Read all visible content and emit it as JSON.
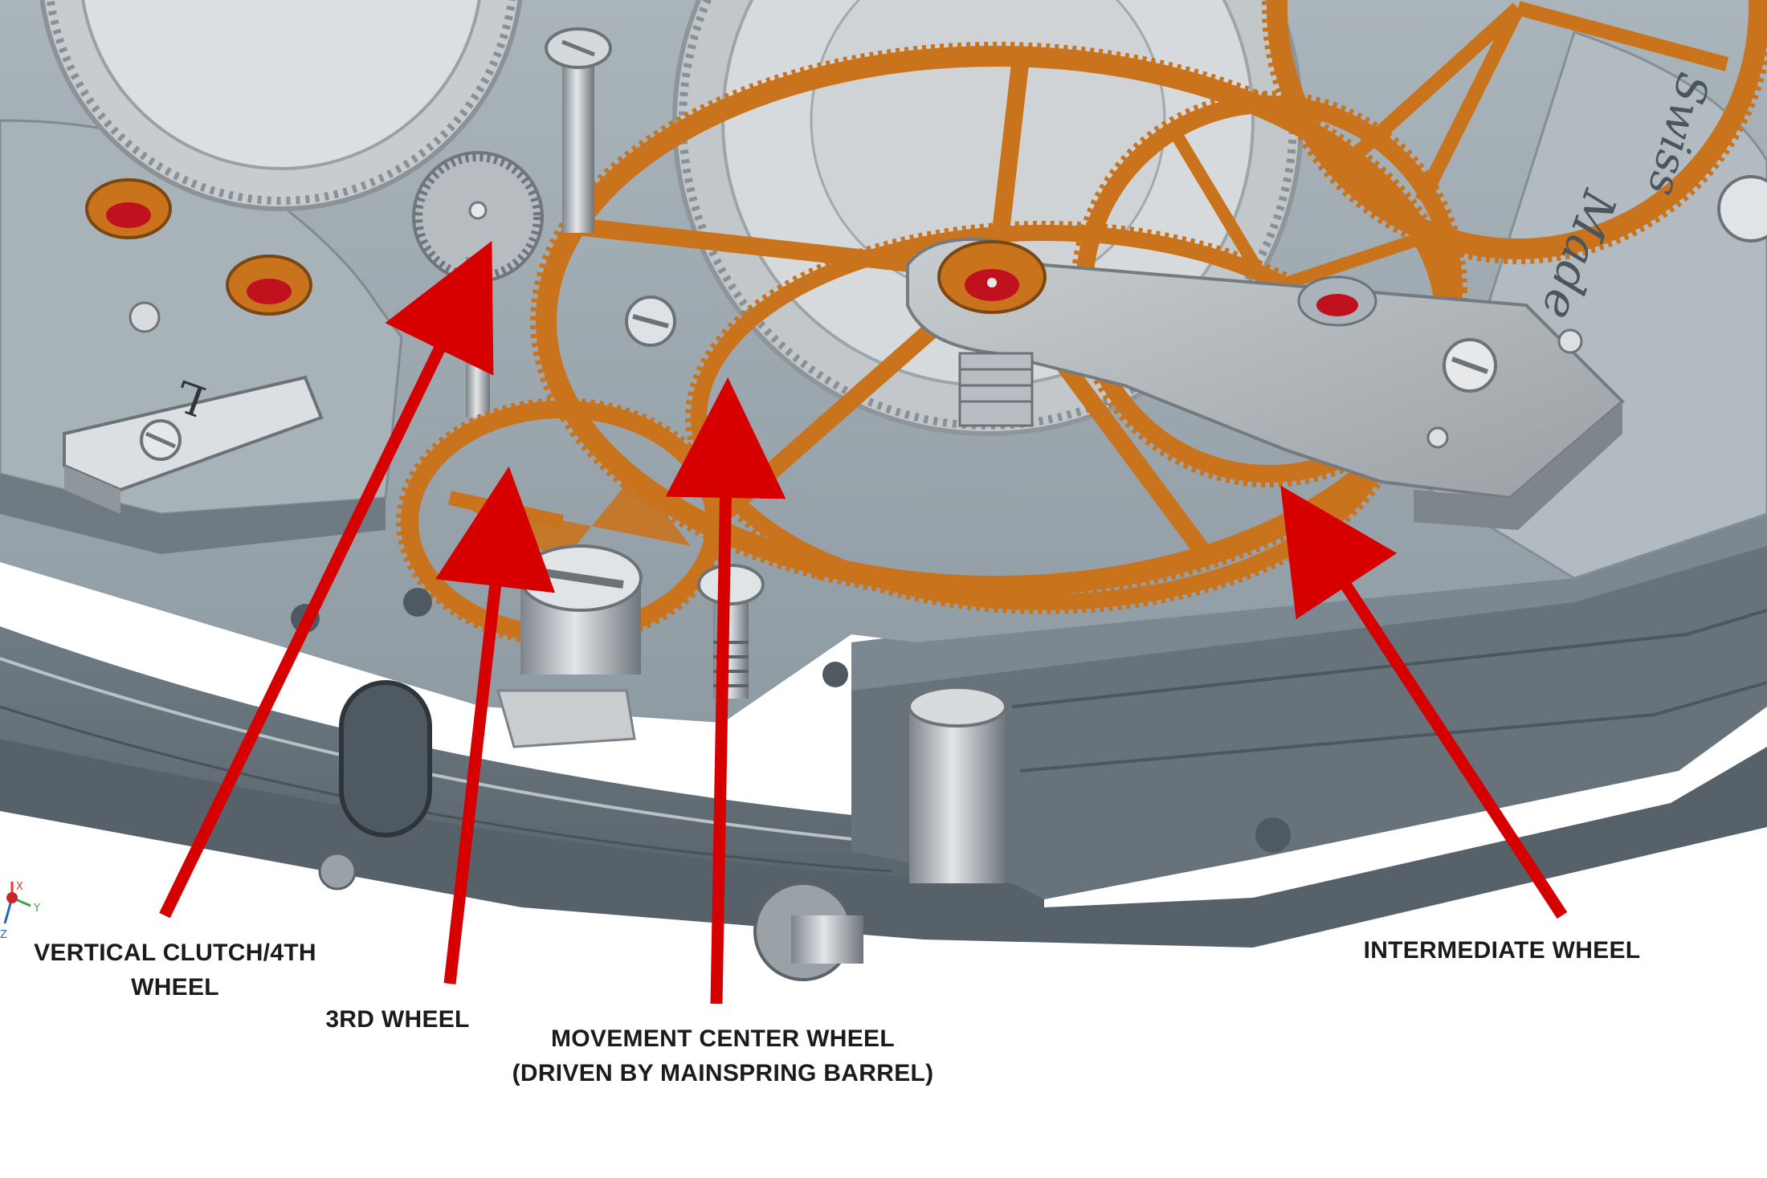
{
  "engraving": {
    "line1": "Swiss",
    "line2": "Made"
  },
  "jewel_mark": "L",
  "axis_triad": {
    "x": "X",
    "y": "Y",
    "z": "Z"
  },
  "labels": {
    "clutch": {
      "line1": "VERTICAL CLUTCH/4TH",
      "line2": "WHEEL"
    },
    "third": {
      "line1": "3RD WHEEL"
    },
    "center": {
      "line1": "MOVEMENT CENTER WHEEL",
      "line2": "(DRIVEN BY MAINSPRING BARREL)"
    },
    "intermediate": {
      "line1": "INTERMEDIATE WHEEL"
    }
  },
  "colors": {
    "wheel_orange": "#c9731d",
    "plate_grey": "#8e9aa3",
    "arrow_red": "#d60000",
    "label_text": "#1b1b1b"
  }
}
